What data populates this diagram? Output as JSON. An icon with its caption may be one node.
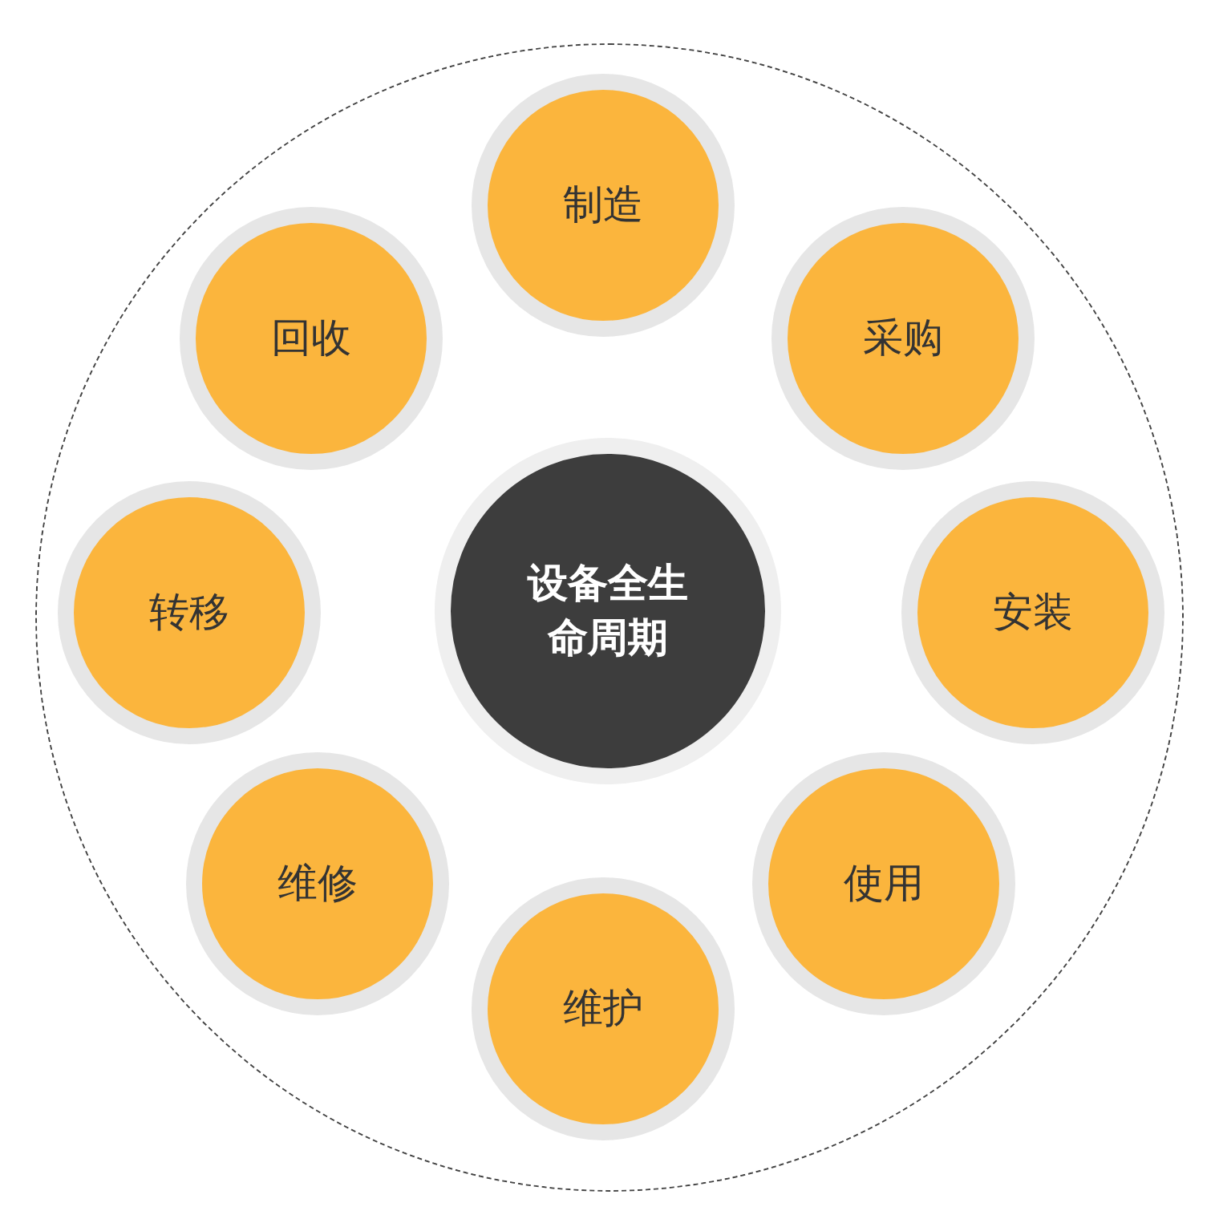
{
  "diagram": {
    "nodes": [
      {
        "text": [],
        "shape": "circle"
      },
      {
        "text": [
          "设备全生命周期"
        ],
        "in": 0
      },
      {
        "text": [
          "制造"
        ],
        "in": 0
      },
      {
        "text": [
          "采购"
        ],
        "in": 0
      },
      {
        "text": [
          "安装"
        ],
        "in": 0
      },
      {
        "text": [
          "使用"
        ],
        "in": 0
      },
      {
        "text": [
          "维护"
        ],
        "in": 0
      },
      {
        "text": [
          "维修"
        ],
        "in": 0
      },
      {
        "text": [
          "转移"
        ],
        "in": 0
      },
      {
        "text": [
          "回收"
        ],
        "in": 0
      }
    ]
  }
}
